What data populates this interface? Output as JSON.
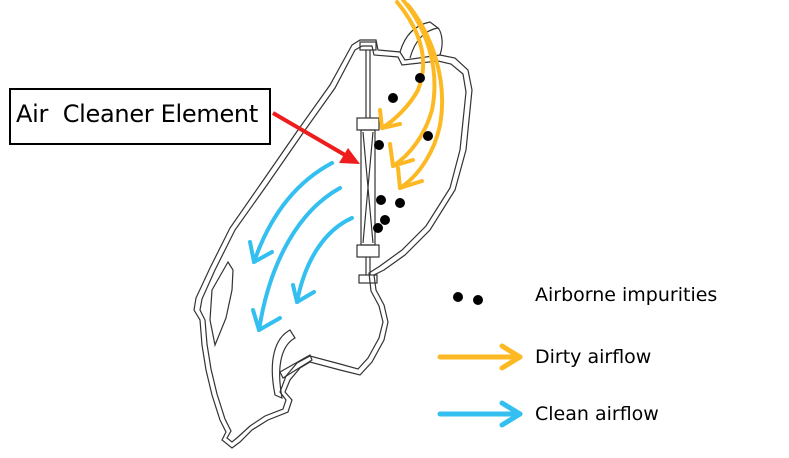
{
  "diagram": {
    "title": "Air cleaner airflow diagram",
    "callout": {
      "label": "Air  Cleaner Element",
      "pointer_color": "#ee1c1c"
    },
    "legend": [
      {
        "symbol": "dots",
        "label": "Airborne impurities",
        "color": "#000000"
      },
      {
        "symbol": "arrow",
        "label": "Dirty airflow",
        "color": "#fdb924"
      },
      {
        "symbol": "arrow",
        "label": "Clean airflow",
        "color": "#33bff0"
      }
    ],
    "colors": {
      "dirty": "#fdb924",
      "clean": "#33bff0",
      "outline": "#333333",
      "impurity": "#000000"
    }
  }
}
